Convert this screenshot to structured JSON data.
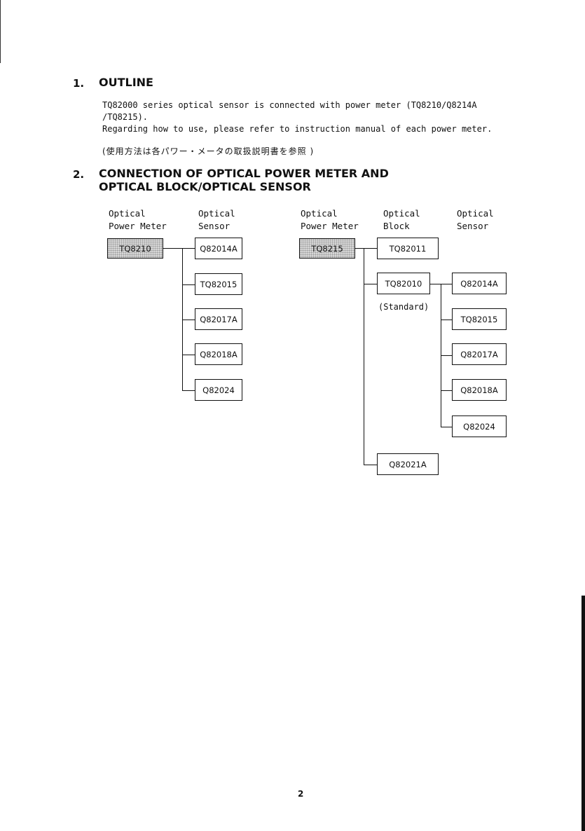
{
  "section1": {
    "number": "1.",
    "title": "OUTLINE",
    "line1": "TQ82000 series optical sensor is connected with power meter (TQ8210/Q8214A",
    "line2": "/TQ8215).",
    "line3": "Regarding how to use, please refer to instruction manual of each power meter.",
    "japanese_note": "(使用方法は各パワー・メータの取扱説明書を参照 )"
  },
  "section2": {
    "number": "2.",
    "title_line1": "CONNECTION OF OPTICAL POWER METER AND",
    "title_line2": "OPTICAL BLOCK/OPTICAL SENSOR"
  },
  "diagram_left": {
    "head_meter": "Optical\nPower Meter",
    "head_sensor": "Optical\nSensor",
    "meter": "TQ8210",
    "sensors": [
      "Q82014A",
      "TQ82015",
      "Q82017A",
      "Q82018A",
      "Q82024"
    ]
  },
  "diagram_right": {
    "head_meter": "Optical\nPower Meter",
    "head_block": "Optical\nBlock",
    "head_sensor": "Optical\nSensor",
    "meter": "TQ8215",
    "blocks": [
      "TQ82011",
      "TQ82010",
      "Q82021A"
    ],
    "standard_label": "(Standard)",
    "sensors": [
      "Q82014A",
      "TQ82015",
      "Q82017A",
      "Q82018A",
      "Q82024"
    ]
  },
  "page_number": "2"
}
